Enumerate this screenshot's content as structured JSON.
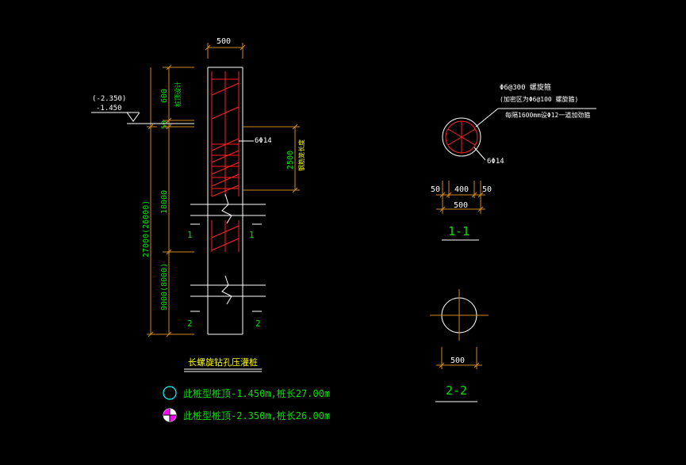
{
  "colors": {
    "background": "#000000",
    "pile_outline": "#ffffff",
    "reinforcement": "#ff2020",
    "dimension": "#d08a20",
    "text": "#00e000",
    "annotation": "#ffff00",
    "legend_circle_1": "#00ffff",
    "legend_circle_2": "#ff00ff"
  },
  "elevation": {
    "level_alt": "(-2.350)",
    "level": "-1.450"
  },
  "elevation_view": {
    "top_width": "500",
    "dim_600": "600",
    "dim_50": "50",
    "dim_18000": "18000",
    "dim_total": "27000(26000)",
    "dim_bottom": "9000(8000)",
    "dim_2500": "2500",
    "note_top": "桩顶设计",
    "note_cage": "钢筋笼长度",
    "bar_label": "6Φ14",
    "section1_left": "1",
    "section1_right": "1",
    "section2_left": "2",
    "section2_right": "2",
    "title": "长螺旋钻孔压灌桩"
  },
  "section_1": {
    "spiral_label": "Φ6@300 螺旋箍",
    "spiral_label_2": "(加密区为Φ6@100 螺旋箍)",
    "stirrup_label": "每隔1600mm设Φ12一道加劲箍",
    "bar_label": "6Φ14",
    "dim_left": "50",
    "dim_mid": "400",
    "dim_right": "50",
    "dim_total": "500",
    "title": "1-1"
  },
  "section_2": {
    "dim_total": "500",
    "title": "2-2"
  },
  "legend": [
    {
      "text": "此桩型桩顶-1.450m,桩长27.00m"
    },
    {
      "text": "此桩型桩顶-2.350m,桩长26.00m"
    }
  ]
}
